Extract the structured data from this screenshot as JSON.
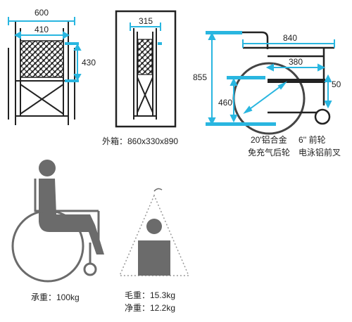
{
  "front_view": {
    "overall_width": "600",
    "seat_width": "410",
    "seat_height": "430"
  },
  "folded_view": {
    "folded_width": "315"
  },
  "packing": {
    "outer_box": "外箱：860x330x890"
  },
  "side_view": {
    "overall_length": "840",
    "seat_depth": "380",
    "overall_height": "855",
    "seat_height": "460",
    "caster_size": "50"
  },
  "wheel_specs": {
    "rear_wheel": "20'铝合金",
    "front_wheel": "6'' 前轮",
    "tire_type": "免充气后轮",
    "fork_type": "电泳铝前叉"
  },
  "load": {
    "max_load": "承重：100kg"
  },
  "weight": {
    "gross": "毛重：15.3kg",
    "net": "净重：12.2kg"
  },
  "colors": {
    "dimension_accent": "#29b6e0",
    "frame": "#222222",
    "silhouette": "#6b6b6b"
  }
}
